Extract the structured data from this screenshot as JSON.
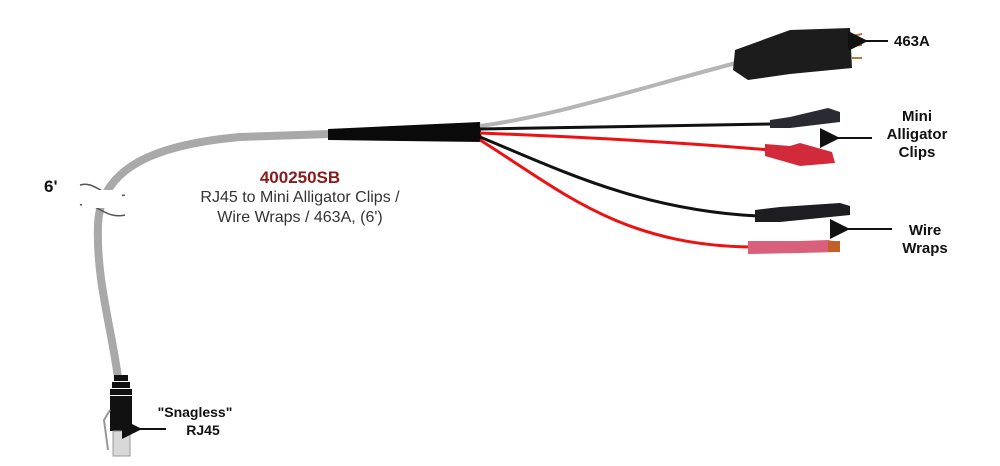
{
  "product": {
    "part_number": "400250SB",
    "description_line1": "RJ45 to Mini Alligator Clips /",
    "description_line2": "Wire Wraps / 463A, (6')"
  },
  "labels": {
    "length": "6'",
    "connector_463a": "463A",
    "mini_alligator_line1": "Mini",
    "mini_alligator_line2": "Alligator",
    "mini_alligator_line3": "Clips",
    "wire_wraps_line1": "Wire",
    "wire_wraps_line2": "Wraps",
    "rj45_line1": "\"Snagless\"",
    "rj45_line2": "RJ45"
  },
  "colors": {
    "part_number": "#8b1a1a",
    "cable_gray": "#a9a9a9",
    "wire_red": "#ee1111",
    "wire_black": "#111111"
  }
}
